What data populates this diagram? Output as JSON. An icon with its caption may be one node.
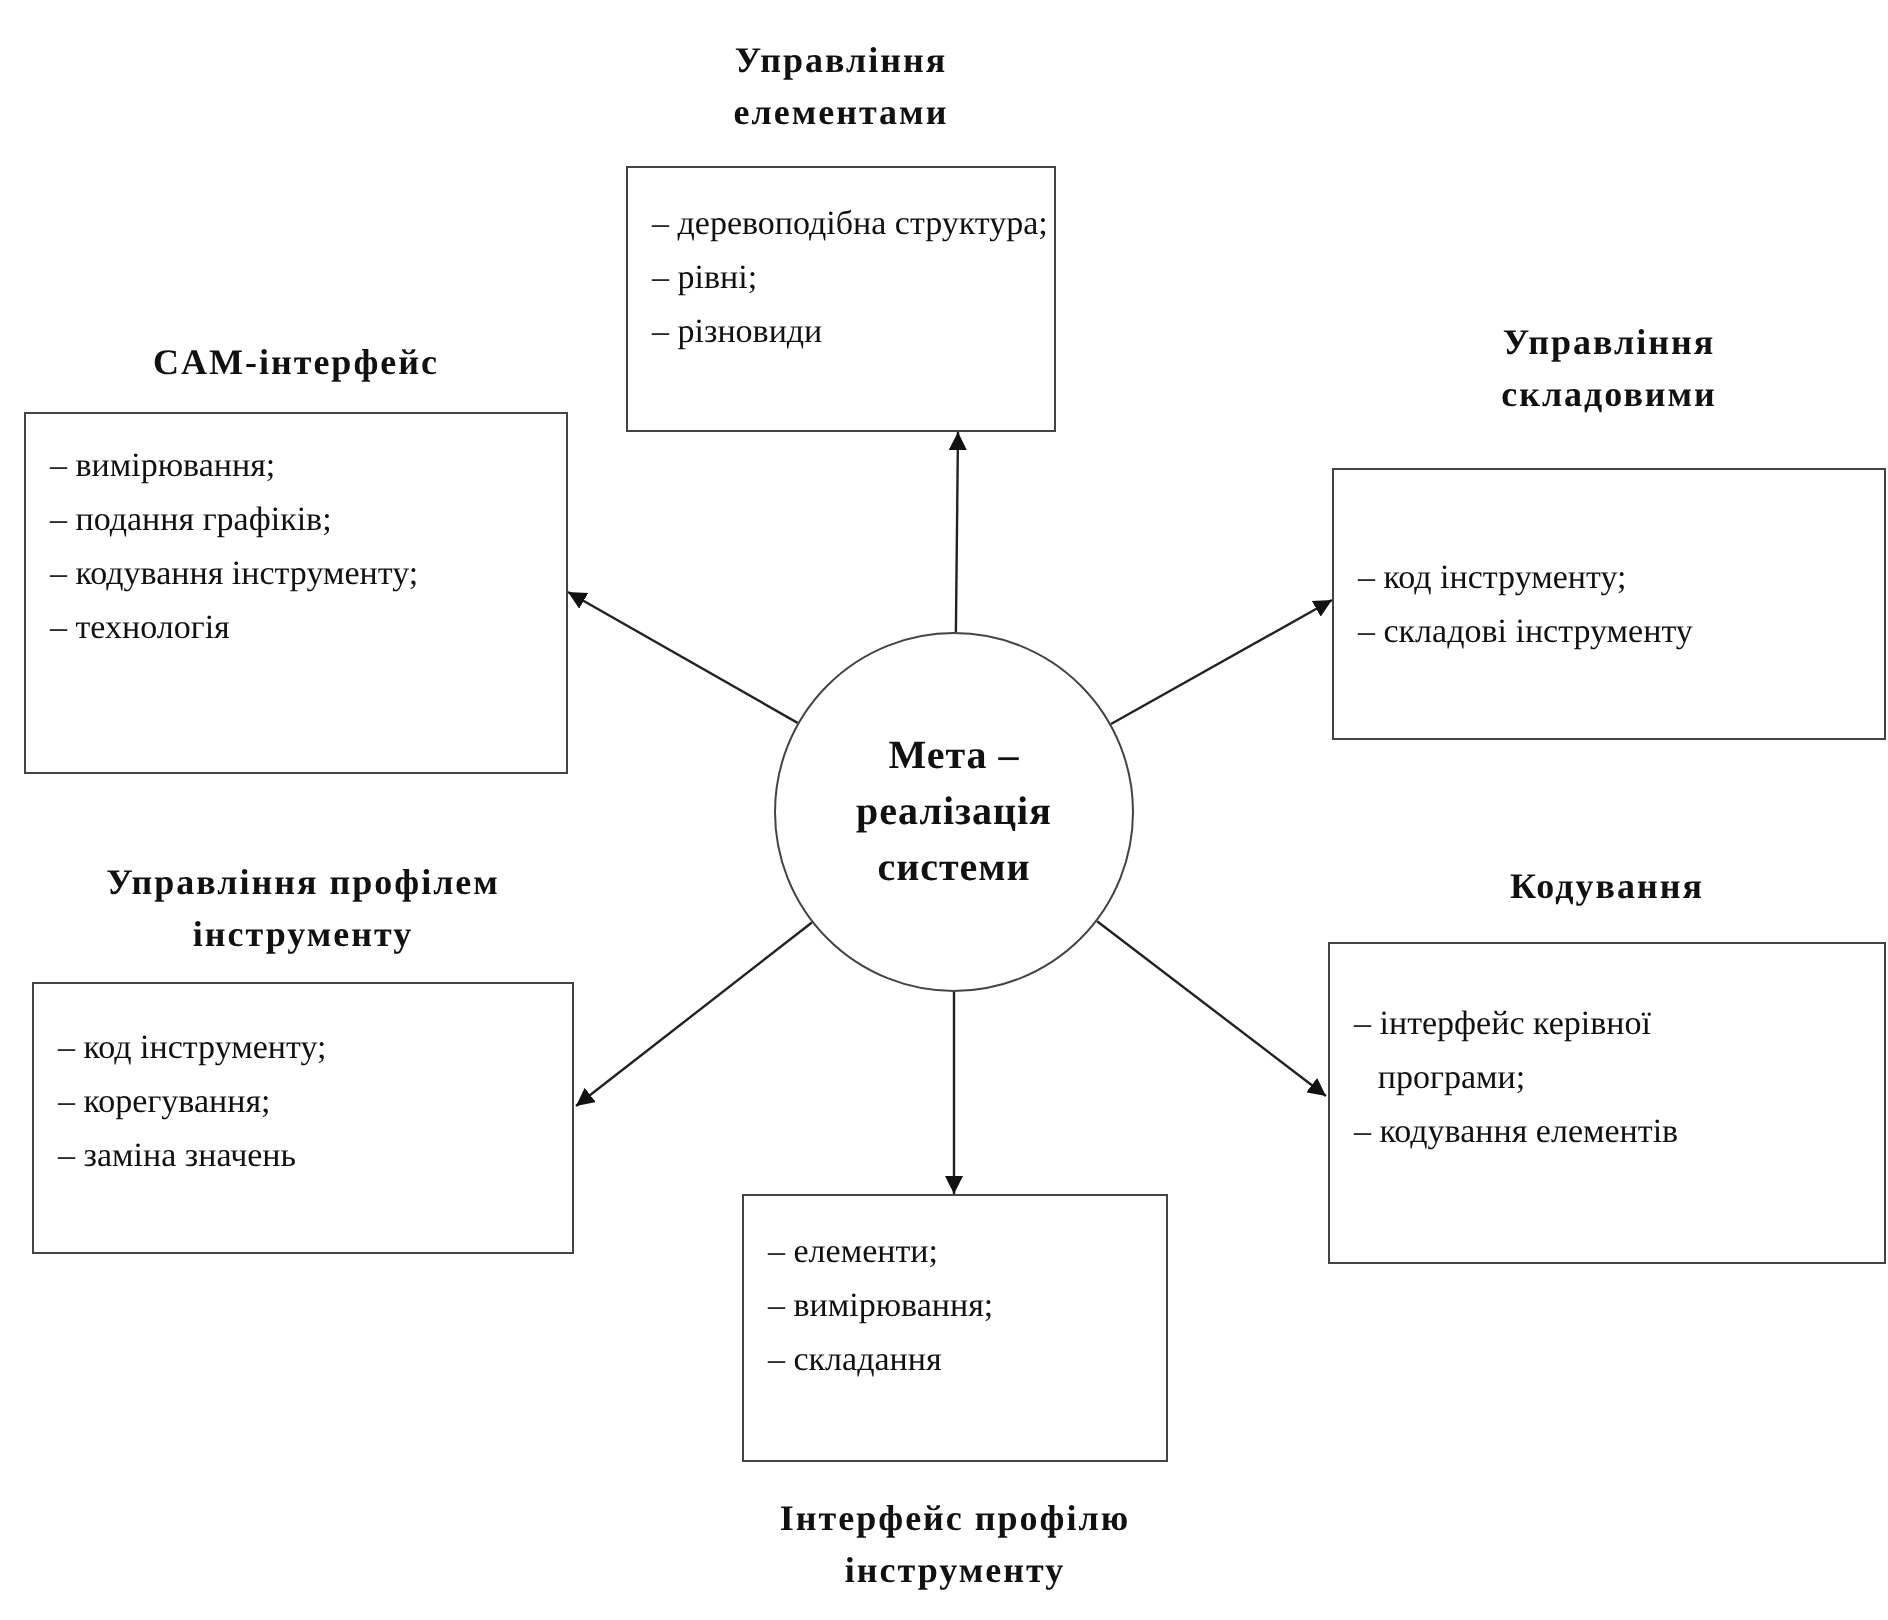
{
  "diagram": {
    "nodes": [
      {
        "text": [
          "Управління елементами",
          "– деревоподібна структура;",
          "– рівні;",
          "– різновиди"
        ]
      },
      {
        "text": [
          "CAM-інтерфейс",
          "– вимірювання;",
          "– подання графіків;",
          "– кодування інструменту;",
          "– технологія"
        ]
      },
      {
        "text": [
          "Управління складовими",
          "– код інструменту;",
          "– складові інструменту"
        ]
      },
      {
        "text": [
          "Мета – реалізація системи"
        ]
      },
      {
        "text": [
          "Управління профілем інструменту",
          "– код інструменту;",
          "– корегування;",
          "– заміна значень"
        ]
      },
      {
        "text": [
          "Кодування",
          "– інтерфейс керівної програми;",
          "– кодування елементів"
        ]
      },
      {
        "text": [
          "Інтерфейс профілю інструменту",
          "– елементи;",
          "– вимірювання;",
          "– складання"
        ]
      }
    ],
    "edges": [
      {
        "from": 3,
        "to": 0,
        "arrow": "to"
      },
      {
        "from": 3,
        "to": 1,
        "arrow": "to"
      },
      {
        "from": 3,
        "to": 2,
        "arrow": "to"
      },
      {
        "from": 3,
        "to": 4,
        "arrow": "to"
      },
      {
        "from": 3,
        "to": 5,
        "arrow": "to"
      },
      {
        "from": 3,
        "to": 6,
        "arrow": "to"
      }
    ]
  }
}
